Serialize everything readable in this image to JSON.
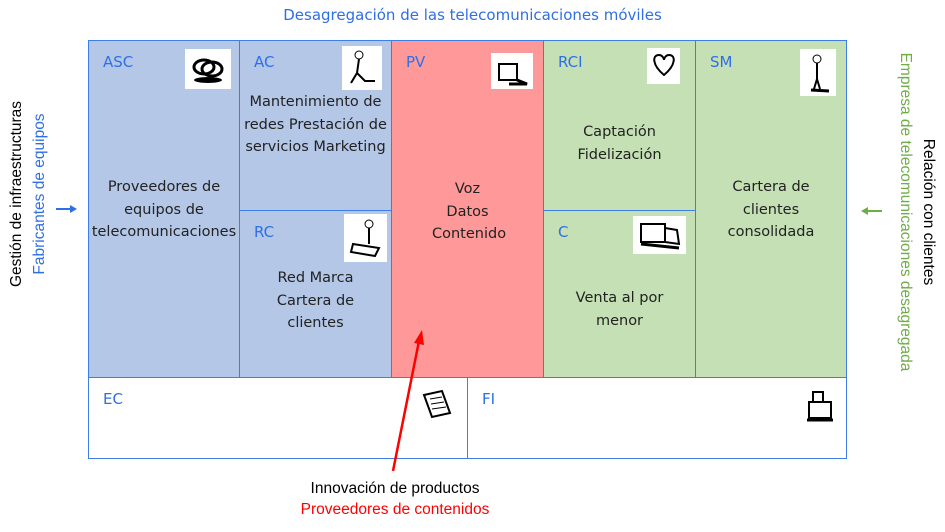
{
  "title": "Desagregación de las telecomunicaciones móviles",
  "left": {
    "line1": "Gestión de infraestructuras",
    "line2": "Fabricantes de equipos"
  },
  "right": {
    "line1": "Relación con clientes",
    "line2": "Empresa de telecomunicaciones desagregada"
  },
  "bottom": {
    "line1": "Innovación de productos",
    "line2": "Proveedores de contenidos"
  },
  "blocks": {
    "asc": {
      "code": "ASC",
      "text": "Proveedores de equipos de telecomunicaciones"
    },
    "ac": {
      "code": "AC",
      "text": "Mantenimiento de redes Prestación de servicios Marketing"
    },
    "rc": {
      "code": "RC",
      "text": "Red Marca Cartera de clientes"
    },
    "pv": {
      "code": "PV",
      "text": "Voz Datos Contenido"
    },
    "rci": {
      "code": "RCI",
      "text": "Captación Fidelización"
    },
    "c": {
      "code": "C",
      "text": "Venta al por menor"
    },
    "sm": {
      "code": "SM",
      "text": "Cartera de clientes consolidada"
    },
    "ec": {
      "code": "EC"
    },
    "fi": {
      "code": "FI"
    }
  },
  "colors": {
    "blue": "#b4c7e7",
    "red": "#ff9999",
    "green": "#c5e0b4",
    "accent": "#2f6fe6",
    "arrow_red": "#ff0000",
    "label_green": "#70ad47"
  }
}
